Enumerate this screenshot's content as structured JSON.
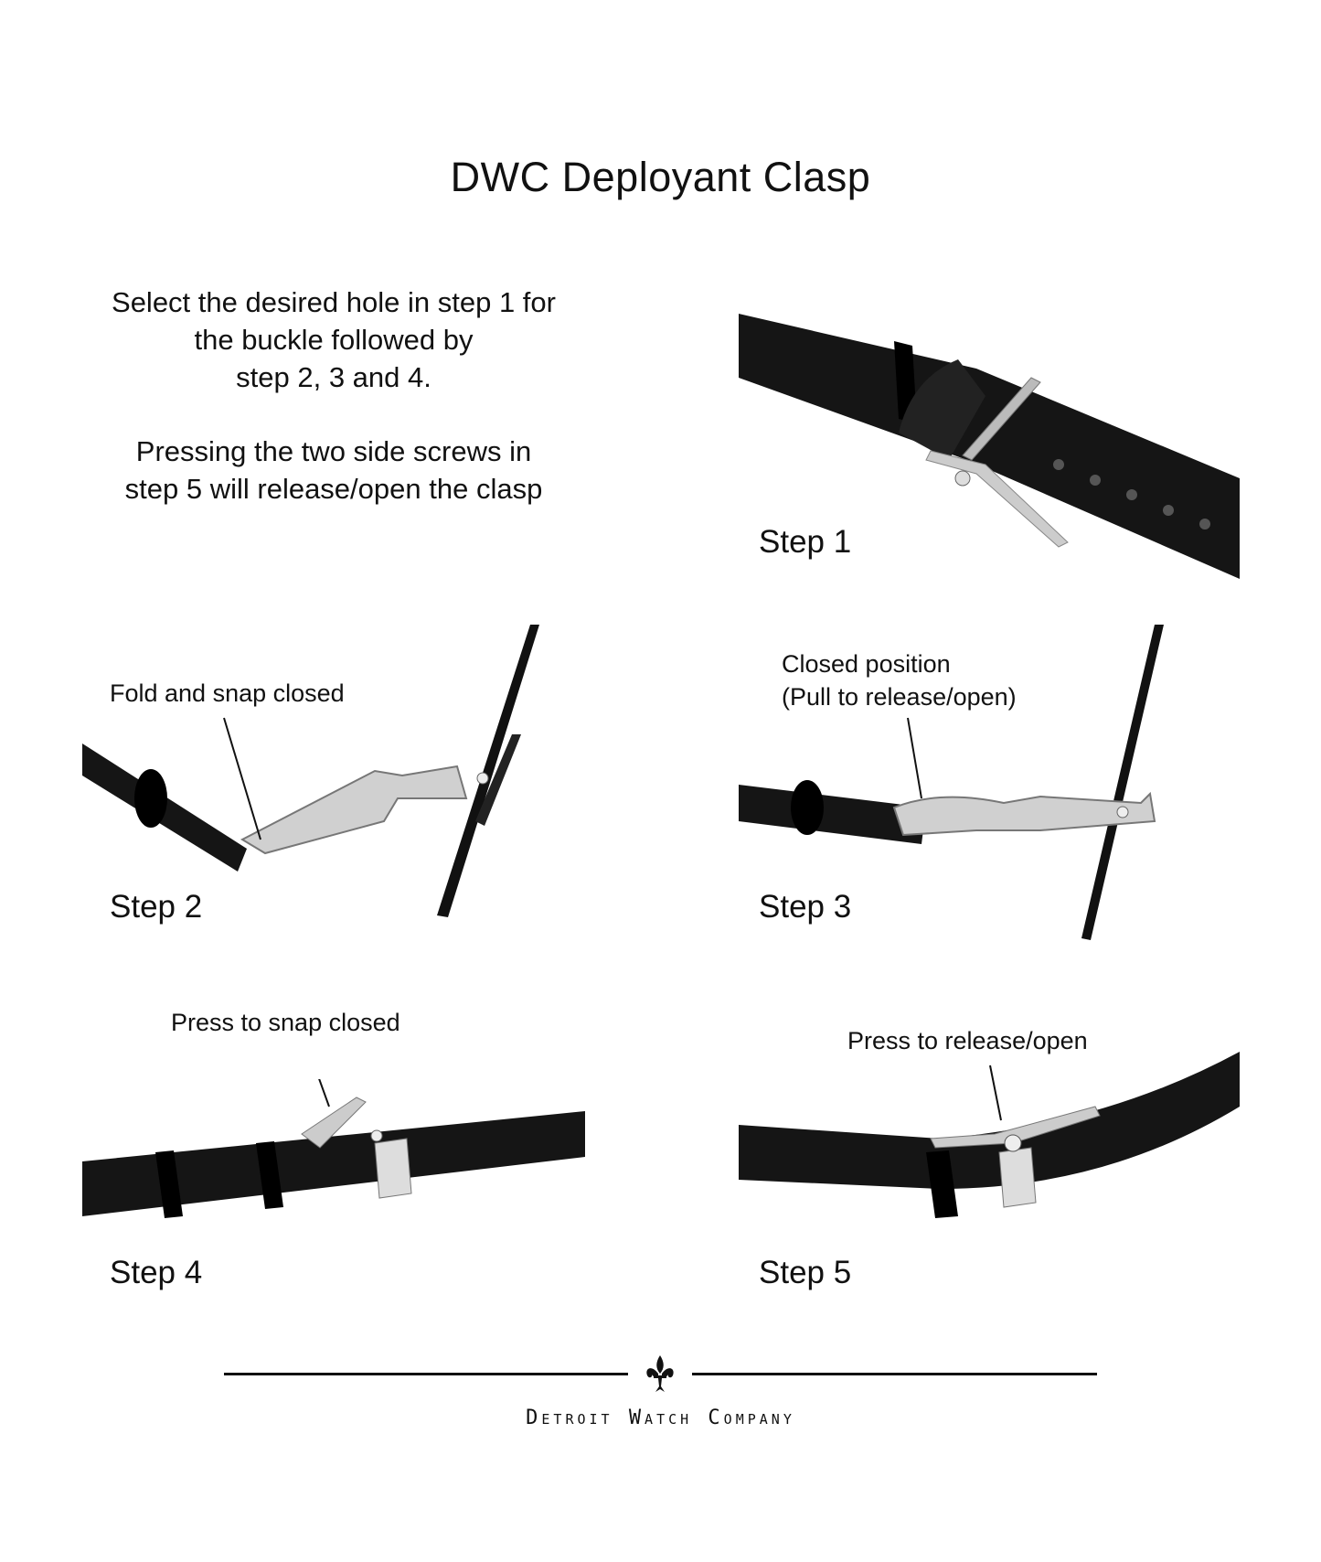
{
  "title": "DWC Deployant Clasp",
  "intro": {
    "paragraph1": [
      "Select the desired hole in step 1 for",
      "the buckle followed by",
      "step 2, 3 and 4."
    ],
    "paragraph2": [
      "Pressing the two side screws in",
      "step 5 will release/open the clasp"
    ]
  },
  "steps": [
    {
      "label": "Step 1",
      "note": []
    },
    {
      "label": "Step 2",
      "note": [
        "Fold and snap closed"
      ]
    },
    {
      "label": "Step 3",
      "note": [
        "Closed position",
        "(Pull to release/open)"
      ]
    },
    {
      "label": "Step 4",
      "note": [
        "Press to snap closed"
      ]
    },
    {
      "label": "Step 5",
      "note": [
        "Press to release/open"
      ]
    }
  ],
  "footer": {
    "brand": "Detroit Watch Company",
    "logo_icon": "fleur-de-lis-icon"
  }
}
